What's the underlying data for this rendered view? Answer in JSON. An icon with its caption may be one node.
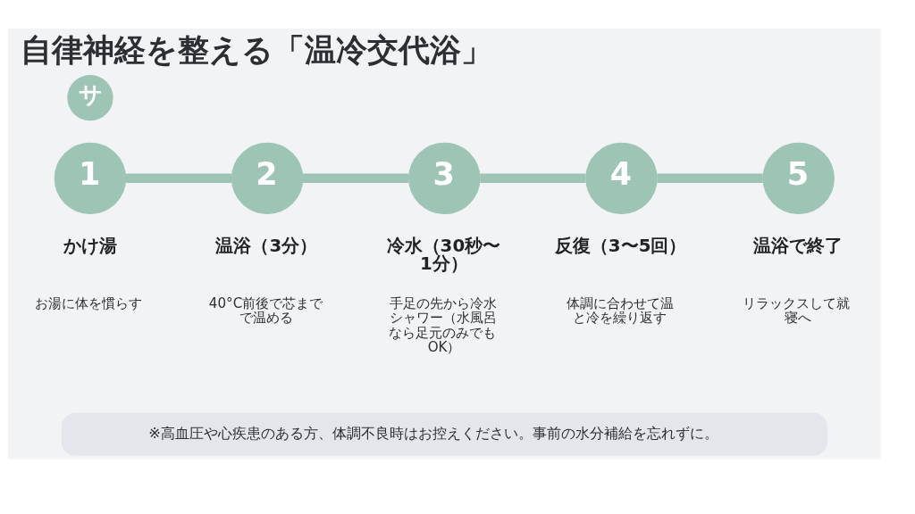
{
  "diagram": {
    "title": "自律神経を整える「温冷交代浴」",
    "nodes": [
      {
        "text": [
          "サ"
        ]
      },
      {
        "text": [
          "1"
        ],
        "beside": [
          "かけ湯",
          "お湯に体を慣らす"
        ]
      },
      {
        "text": [
          "2"
        ],
        "beside": [
          "温浴（3分）",
          "40°C前後で芯までで温める"
        ]
      },
      {
        "text": [
          "3"
        ],
        "beside": [
          "冷水（30秒〜1分）",
          "手足の先から冷水シャワー（水風呂なら足元のみでもOK）"
        ]
      },
      {
        "text": [
          "4"
        ],
        "beside": [
          "反復（3〜5回）",
          "体調に合わせて温と冷を繰り返す"
        ]
      },
      {
        "text": [
          "5"
        ],
        "beside": [
          "温浴で終了",
          "リラックスして就寝へ"
        ]
      },
      {
        "text": [
          "※高血圧や心疾患のある方、体調不良時はお控えください。事前の水分補給を忘れずに。"
        ]
      }
    ],
    "edges": [
      {
        "from": 1,
        "to": 2,
        "arrow": "none"
      },
      {
        "from": 2,
        "to": 3,
        "arrow": "none"
      },
      {
        "from": 3,
        "to": 4,
        "arrow": "none"
      },
      {
        "from": 4,
        "to": 5,
        "arrow": "none"
      }
    ]
  }
}
